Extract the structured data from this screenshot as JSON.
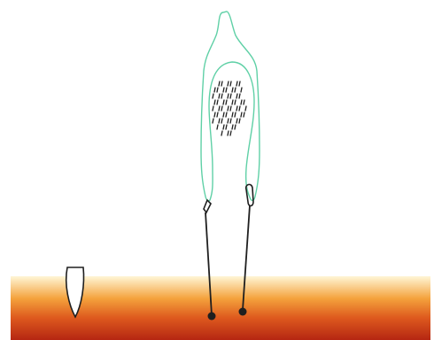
{
  "colors": {
    "background": "#ffffff",
    "outline_green": "#5fd0a6",
    "ink": "#1f1f1f",
    "gradient_top": "#fff6d6",
    "gradient_mid": "#f4a23c",
    "gradient_low": "#de5a1e",
    "gradient_bottom": "#b52612"
  },
  "elements": {
    "heat_band": "gradient-band",
    "outline": "elongated-loop",
    "cluster": "dash-cluster",
    "probes": [
      "left-probe",
      "right-probe"
    ],
    "side_shape": "capsule-outline"
  }
}
